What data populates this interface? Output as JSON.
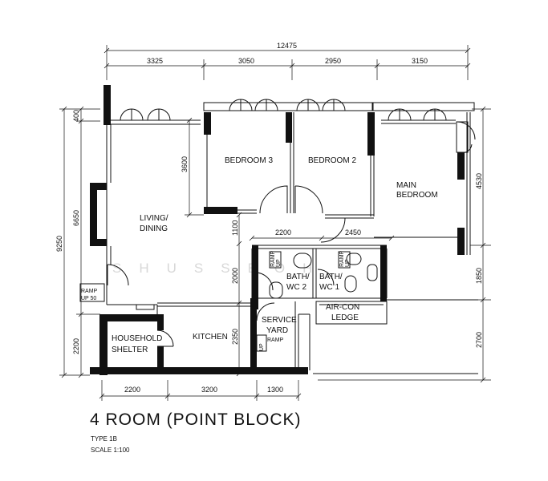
{
  "dimensions": {
    "top_total": "12475",
    "top_segments": [
      "3325",
      "3050",
      "2950",
      "3150"
    ],
    "left_total": "9250",
    "left_segments": [
      "400",
      "6650",
      "2200"
    ],
    "right_segments": [
      "4530",
      "1850",
      "2700"
    ],
    "bottom_segments": [
      "2200",
      "3200",
      "1300"
    ],
    "inner": [
      "3600",
      "1100",
      "2000",
      "2350",
      "2200",
      "2450"
    ]
  },
  "rooms": {
    "bedroom3": "BEDROOM 3",
    "bedroom2": "BEDROOM 2",
    "main_bedroom": [
      "MAIN",
      "BEDROOM"
    ],
    "living": [
      "LIVING/",
      "DINING"
    ],
    "bath2": [
      "BATH/",
      "WC 2"
    ],
    "bath1": [
      "BATH/",
      "WC 1"
    ],
    "aircon": [
      "AIR-CON",
      "LEDGE"
    ],
    "service": [
      "SERVICE",
      "YARD"
    ],
    "kitchen": "KITCHEN",
    "shelter": [
      "HOUSEHOLD",
      "SHELTER"
    ]
  },
  "ramps": {
    "entry": [
      "RAMP",
      "UP  50"
    ],
    "ramp_label": "RAMP",
    "up_label": "UP"
  },
  "watermark": "SHUSSEOH",
  "title": {
    "main": "4 ROOM (POINT BLOCK)",
    "type": "TYPE 1B",
    "scale": "SCALE   1:100"
  }
}
